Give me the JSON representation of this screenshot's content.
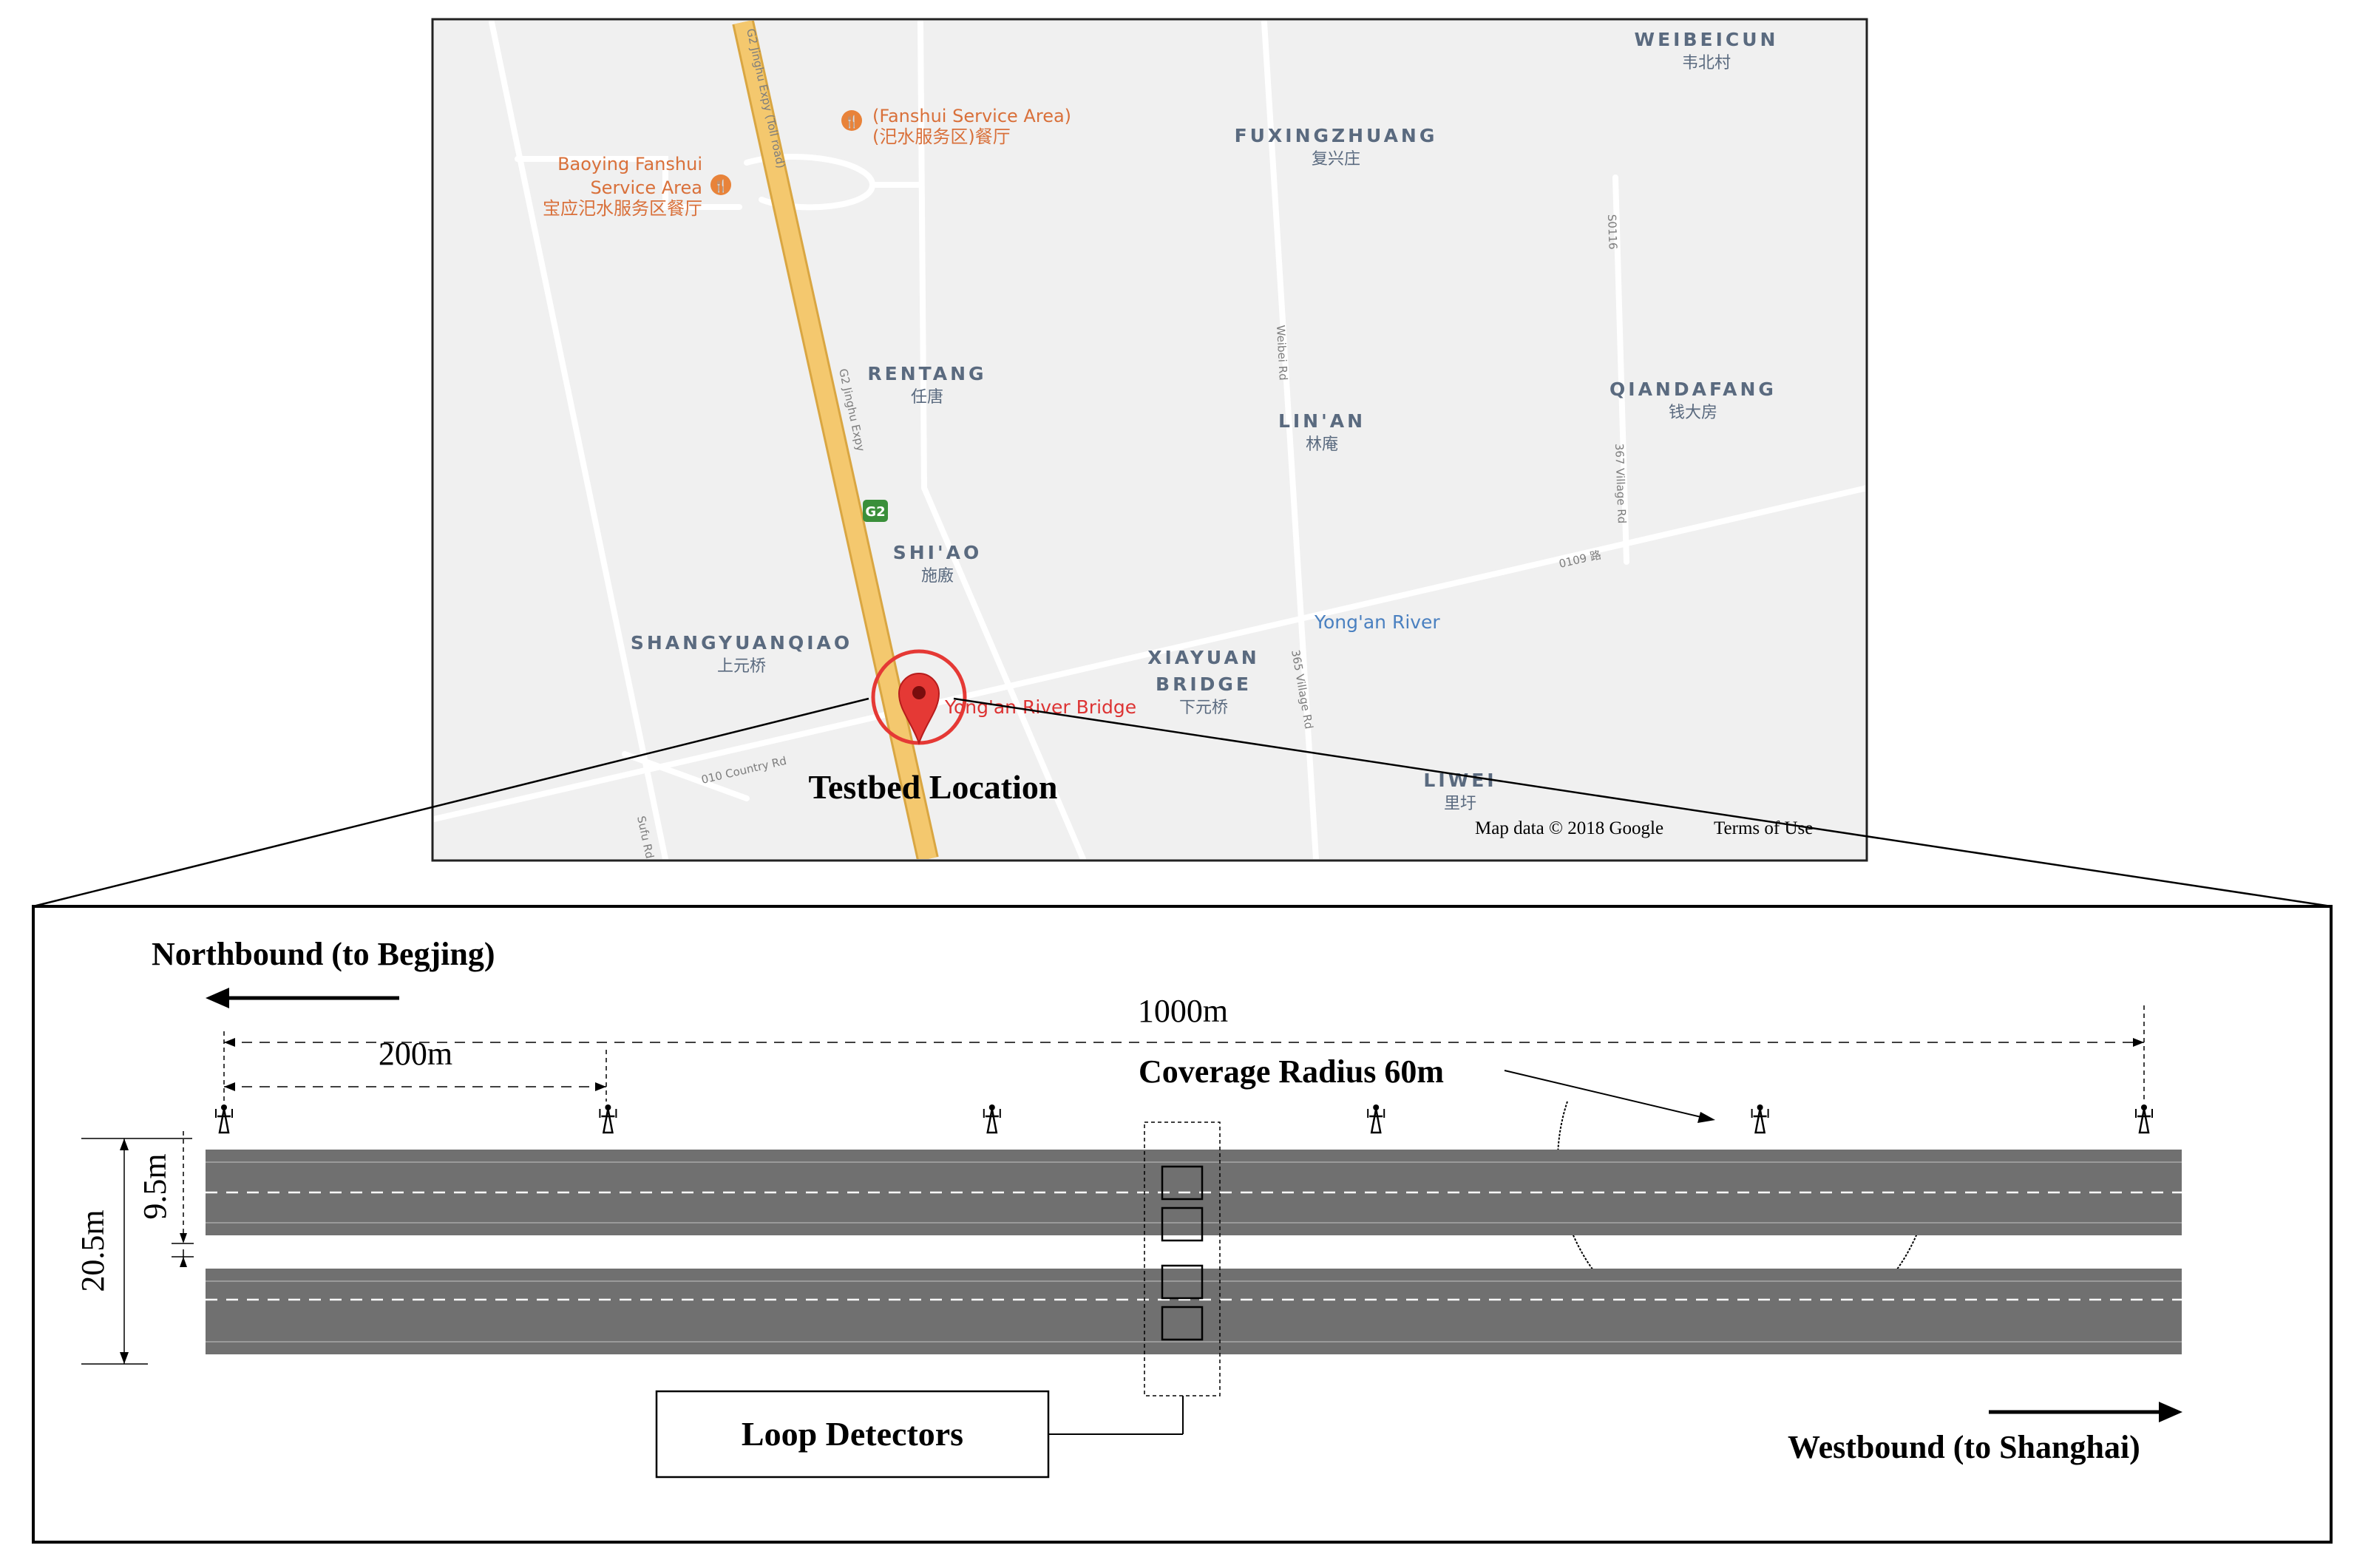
{
  "map": {
    "places": [
      {
        "id": "weibeicun",
        "en": "WEIBEICUN",
        "zh": "韦北村"
      },
      {
        "id": "fuxingzhuang",
        "en": "FUXINGZHUANG",
        "zh": "复兴庄"
      },
      {
        "id": "rentang",
        "en": "RENTANG",
        "zh": "任唐"
      },
      {
        "id": "linan",
        "en": "LIN'AN",
        "zh": "林庵"
      },
      {
        "id": "qiandafang",
        "en": "QIANDAFANG",
        "zh": "钱大房"
      },
      {
        "id": "shiao",
        "en": "SHI'AO",
        "zh": "施廒"
      },
      {
        "id": "shangyuanqiao",
        "en": "SHANGYUANQIAO",
        "zh": "上元桥"
      },
      {
        "id": "xiayuan",
        "en": "XIAYUAN",
        "en2": "BRIDGE",
        "zh": "下元桥"
      },
      {
        "id": "liwei",
        "en": "LIWEI",
        "zh": "里圩"
      }
    ],
    "pois": {
      "fanshui": {
        "line1": "(Fanshui Service Area)",
        "line2": "(汜水服务区)餐厅"
      },
      "baoying": {
        "line1": "Baoying Fanshui",
        "line2": "Service Area",
        "line3": "宝应汜水服务区餐厅"
      }
    },
    "roads": {
      "expy_toll": "G2 Jinghu Expy (Toll road)",
      "expy": "G2 Jinghu Expy",
      "shield": "G2",
      "weibei": "Weibei Rd",
      "v365": "365 Village Rd",
      "v367": "367 Village Rd",
      "r010": "010 Country Rd",
      "r0109": "0109 路",
      "s0116": "S0116",
      "sufu": "Sufu Rd"
    },
    "river": "Yong'an River",
    "bridge": "Yong'an River Bridge",
    "testbed": "Testbed Location",
    "attribution": "Map data © 2018 Google",
    "terms": "Terms of Use"
  },
  "diagram": {
    "northbound": "Northbound (to Begjing)",
    "westbound": "Westbound (to Shanghai)",
    "dim_total": "1000m",
    "dim_spacing": "200m",
    "coverage": "Coverage Radius 60m",
    "dim_width": "20.5m",
    "dim_gap": "9.5m",
    "loop": "Loop Detectors",
    "rsu_count": 6,
    "loop_count": 4
  },
  "colors": {
    "map_bg": "#f0f0f0",
    "expressway": "#f4c86e",
    "expressway_edge": "#d9a642",
    "pin": "#e53935",
    "circle": "#e53935",
    "road_asphalt": "#707070",
    "poi": "#d9703a",
    "water_text": "#4a80c0"
  }
}
